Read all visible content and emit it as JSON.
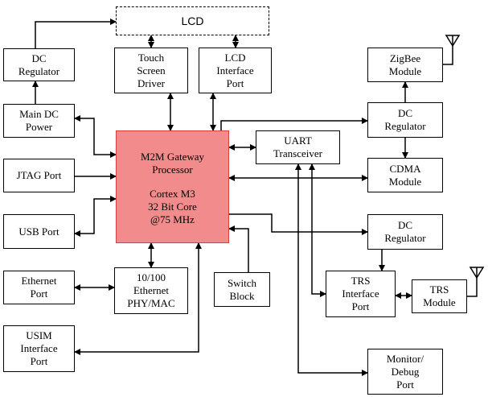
{
  "blocks": {
    "lcd": "LCD",
    "dc_reg_left": "DC\nRegulator",
    "touch": "Touch\nScreen\nDriver",
    "lcd_port": "LCD\nInterface\nPort",
    "zigbee": "ZigBee\nModule",
    "main_dc": "Main DC\nPower",
    "dc_reg_top_right": "DC\nRegulator",
    "proc_title": "M2M Gateway\nProcessor",
    "proc_core": "Cortex M3\n32 Bit Core\n@75 MHz",
    "uart": "UART\nTransceiver",
    "jtag": "JTAG Port",
    "cdma": "CDMA\nModule",
    "usb": "USB Port",
    "dc_reg_mid_right": "DC\nRegulator",
    "ethernet_port": "Ethernet\nPort",
    "ethernet_phy": "10/100\nEthernet\nPHY/MAC",
    "switch": "Switch\nBlock",
    "trs_port": "TRS\nInterface\nPort",
    "trs_module": "TRS\nModule",
    "usim": "USIM\nInterface\nPort",
    "monitor": "Monitor/\nDebug\nPort"
  }
}
